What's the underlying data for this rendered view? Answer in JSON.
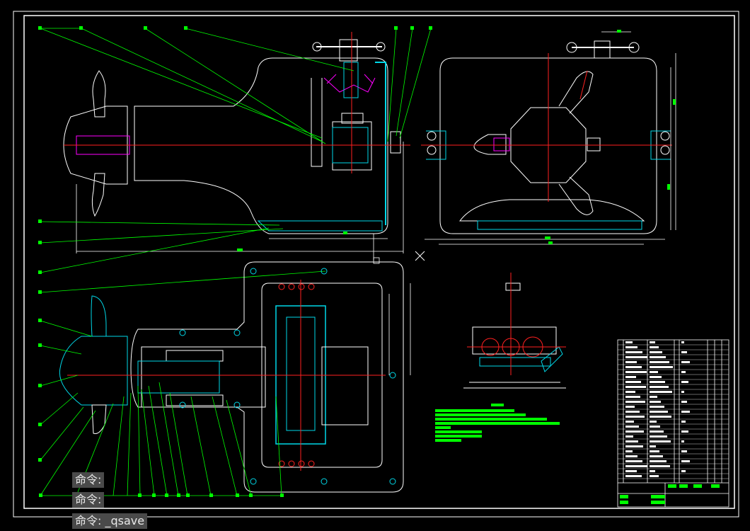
{
  "colors": {
    "background": "#000000",
    "frame": "#ffffff",
    "leader": "#00ff00",
    "centerline": "#ff2020",
    "section": "#00d8e8",
    "magenta": "#ff00ff",
    "yellow": "#ffff00",
    "command_bg": "#4a4a4a"
  },
  "icons": {
    "cursor": "crosshair-cursor-icon",
    "ucs": "ucs-square-icon"
  },
  "command_history": [
    "命令:",
    "命令:",
    "命令: _qsave"
  ]
}
